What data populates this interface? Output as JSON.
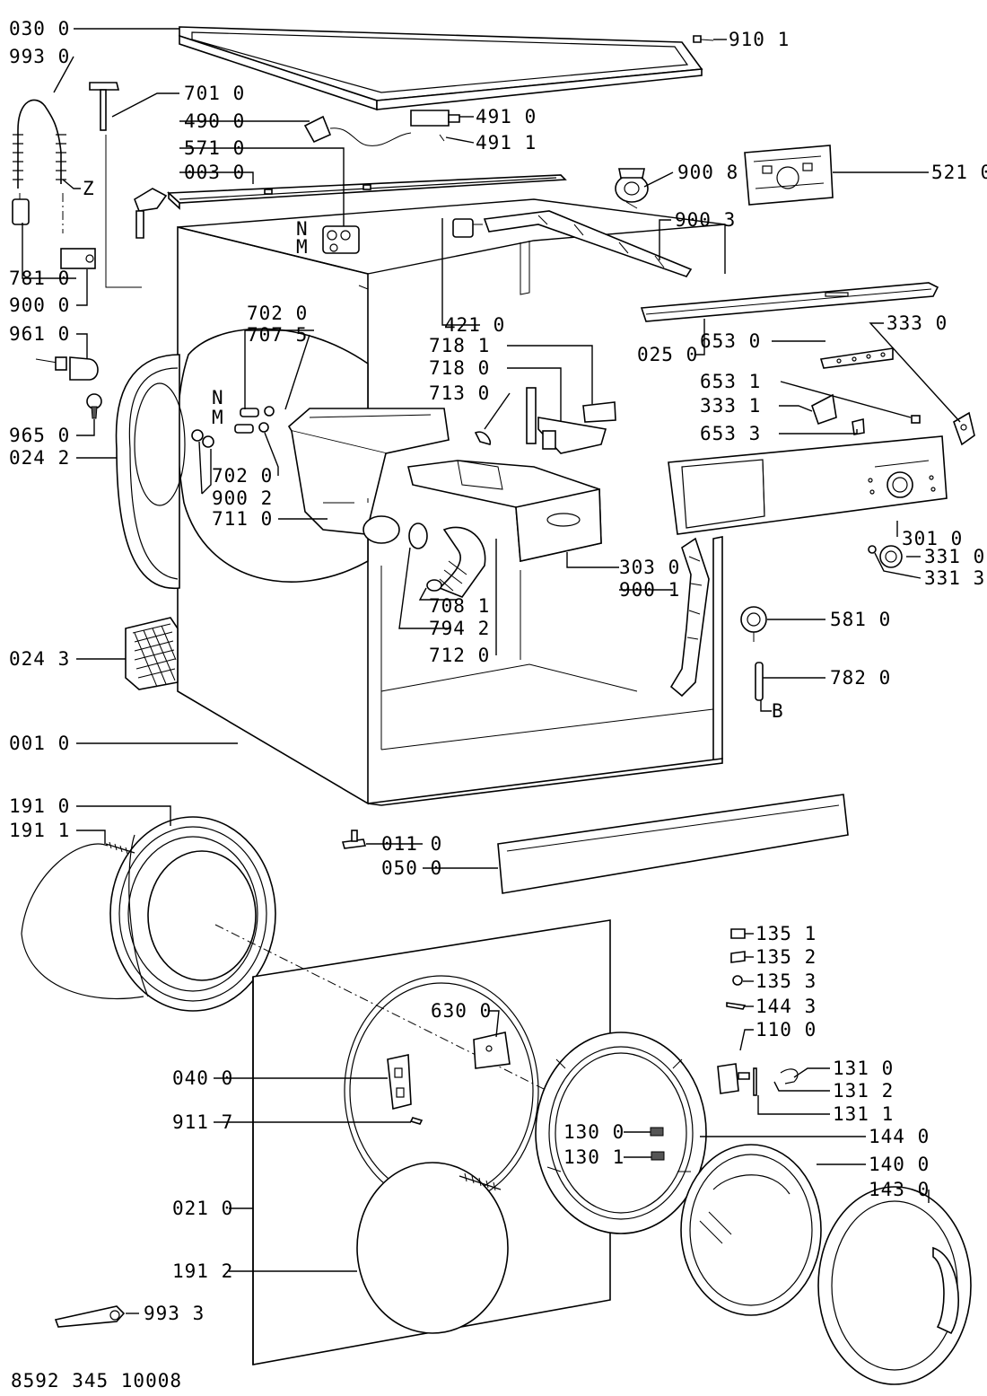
{
  "diagram": {
    "document_number": "8592 345 10008",
    "connector_markers": [
      "N",
      "M",
      "Z",
      "B"
    ],
    "parts": [
      {
        "id": "030",
        "code": "030 0"
      },
      {
        "id": "993",
        "code": "993 0"
      },
      {
        "id": "701",
        "code": "701 0"
      },
      {
        "id": "490",
        "code": "490 0"
      },
      {
        "id": "571",
        "code": "571 0"
      },
      {
        "id": "003",
        "code": "003 0"
      },
      {
        "id": "781",
        "code": "781 0"
      },
      {
        "id": "900",
        "code": "900 0"
      },
      {
        "id": "961",
        "code": "961 0"
      },
      {
        "id": "965",
        "code": "965 0"
      },
      {
        "id": "0242",
        "code": "024 2"
      },
      {
        "id": "0243",
        "code": "024 3"
      },
      {
        "id": "001",
        "code": "001 0"
      },
      {
        "id": "910",
        "code": "910 1"
      },
      {
        "id": "4910",
        "code": "491 0"
      },
      {
        "id": "4911",
        "code": "491 1"
      },
      {
        "id": "9008",
        "code": "900 8"
      },
      {
        "id": "521",
        "code": "521 0"
      },
      {
        "id": "9003",
        "code": "900 3"
      },
      {
        "id": "421",
        "code": "421 0"
      },
      {
        "id": "025",
        "code": "025 0"
      },
      {
        "id": "3330",
        "code": "333 0"
      },
      {
        "id": "6530",
        "code": "653 0"
      },
      {
        "id": "6531",
        "code": "653 1"
      },
      {
        "id": "3331",
        "code": "333 1"
      },
      {
        "id": "6533",
        "code": "653 3"
      },
      {
        "id": "7020a",
        "code": "702 0"
      },
      {
        "id": "7075",
        "code": "707 5"
      },
      {
        "id": "7181",
        "code": "718 1"
      },
      {
        "id": "7180",
        "code": "718 0"
      },
      {
        "id": "713",
        "code": "713 0"
      },
      {
        "id": "7020b",
        "code": "702 0"
      },
      {
        "id": "9002",
        "code": "900 2"
      },
      {
        "id": "711",
        "code": "711 0"
      },
      {
        "id": "301",
        "code": "301 0"
      },
      {
        "id": "3310",
        "code": "331 0"
      },
      {
        "id": "3313",
        "code": "331 3"
      },
      {
        "id": "303",
        "code": "303 0"
      },
      {
        "id": "9001",
        "code": "900 1"
      },
      {
        "id": "708",
        "code": "708 1"
      },
      {
        "id": "794",
        "code": "794 2"
      },
      {
        "id": "712",
        "code": "712 0"
      },
      {
        "id": "581",
        "code": "581 0"
      },
      {
        "id": "782",
        "code": "782 0"
      },
      {
        "id": "1910",
        "code": "191 0"
      },
      {
        "id": "1911",
        "code": "191 1"
      },
      {
        "id": "011",
        "code": "011 0"
      },
      {
        "id": "050",
        "code": "050 0"
      },
      {
        "id": "1351",
        "code": "135 1"
      },
      {
        "id": "1352",
        "code": "135 2"
      },
      {
        "id": "1353",
        "code": "135 3"
      },
      {
        "id": "1443",
        "code": "144 3"
      },
      {
        "id": "110",
        "code": "110 0"
      },
      {
        "id": "630",
        "code": "630 0"
      },
      {
        "id": "040",
        "code": "040 0"
      },
      {
        "id": "1310",
        "code": "131 0"
      },
      {
        "id": "1312",
        "code": "131 2"
      },
      {
        "id": "1311",
        "code": "131 1"
      },
      {
        "id": "9117",
        "code": "911 7"
      },
      {
        "id": "1300",
        "code": "130 0"
      },
      {
        "id": "1440",
        "code": "144 0"
      },
      {
        "id": "1301",
        "code": "130 1"
      },
      {
        "id": "1400",
        "code": "140 0"
      },
      {
        "id": "1430",
        "code": "143 0"
      },
      {
        "id": "021",
        "code": "021 0"
      },
      {
        "id": "1912",
        "code": "191 2"
      },
      {
        "id": "9933",
        "code": "993 3"
      }
    ]
  }
}
